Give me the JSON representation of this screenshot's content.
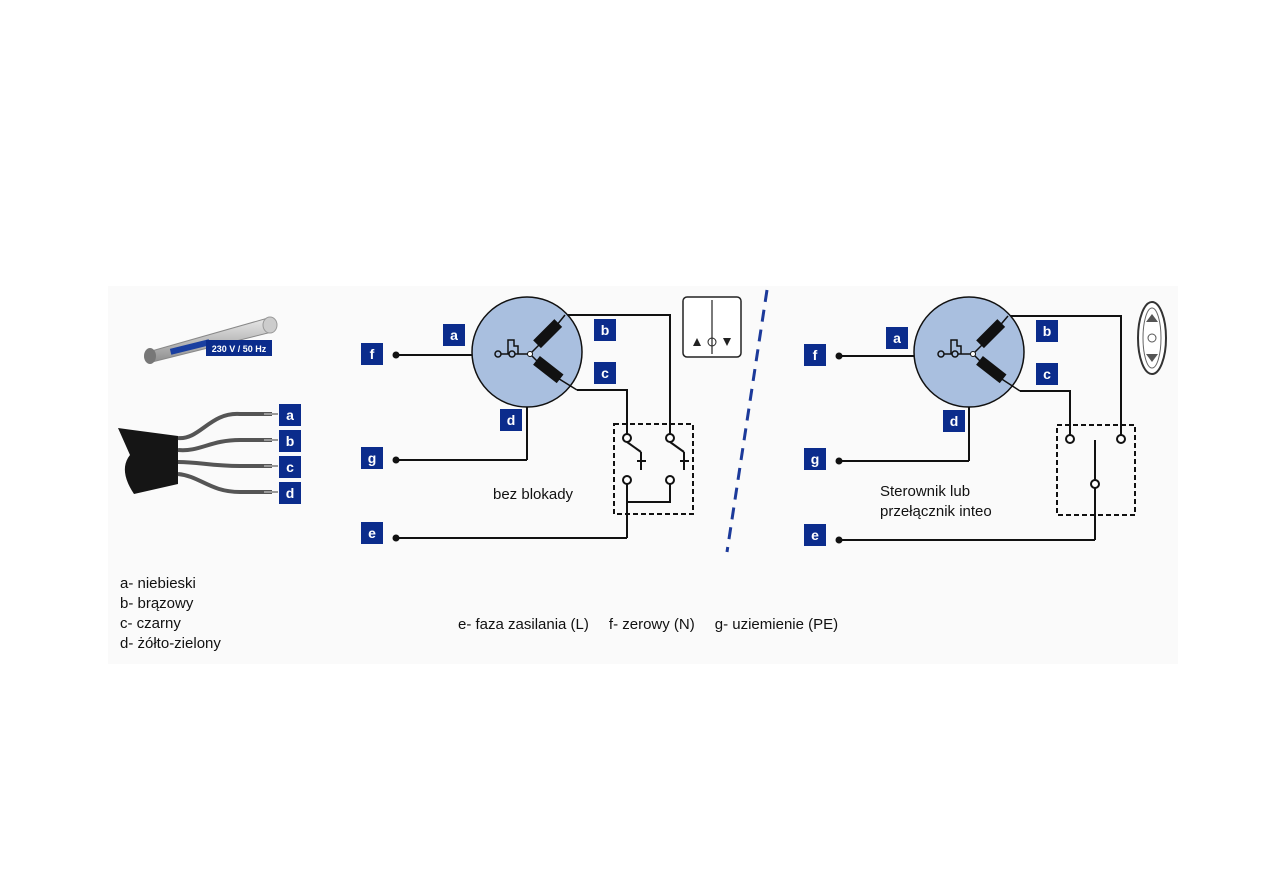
{
  "motor_rating": "230 V / 50 Hz",
  "terminals": [
    "a",
    "b",
    "c",
    "d",
    "e",
    "f",
    "g"
  ],
  "left_diagram_caption": "bez blokady",
  "right_diagram_caption_line1": "Sterownik lub",
  "right_diagram_caption_line2": "przełącznik inteo",
  "wire_colors": {
    "a": "a- niebieski",
    "b": "b- brązowy",
    "c": "c- czarny",
    "d": "d- żółto-zielony"
  },
  "supply_legend": {
    "e": "e- faza zasilania (L)",
    "f": "f- zerowy (N)",
    "g": "g- uziemienie (PE)"
  },
  "colors": {
    "label_bg": "#0b2c8c",
    "motor_fill": "#a9bfdf",
    "divider": "#1c3a9a"
  }
}
